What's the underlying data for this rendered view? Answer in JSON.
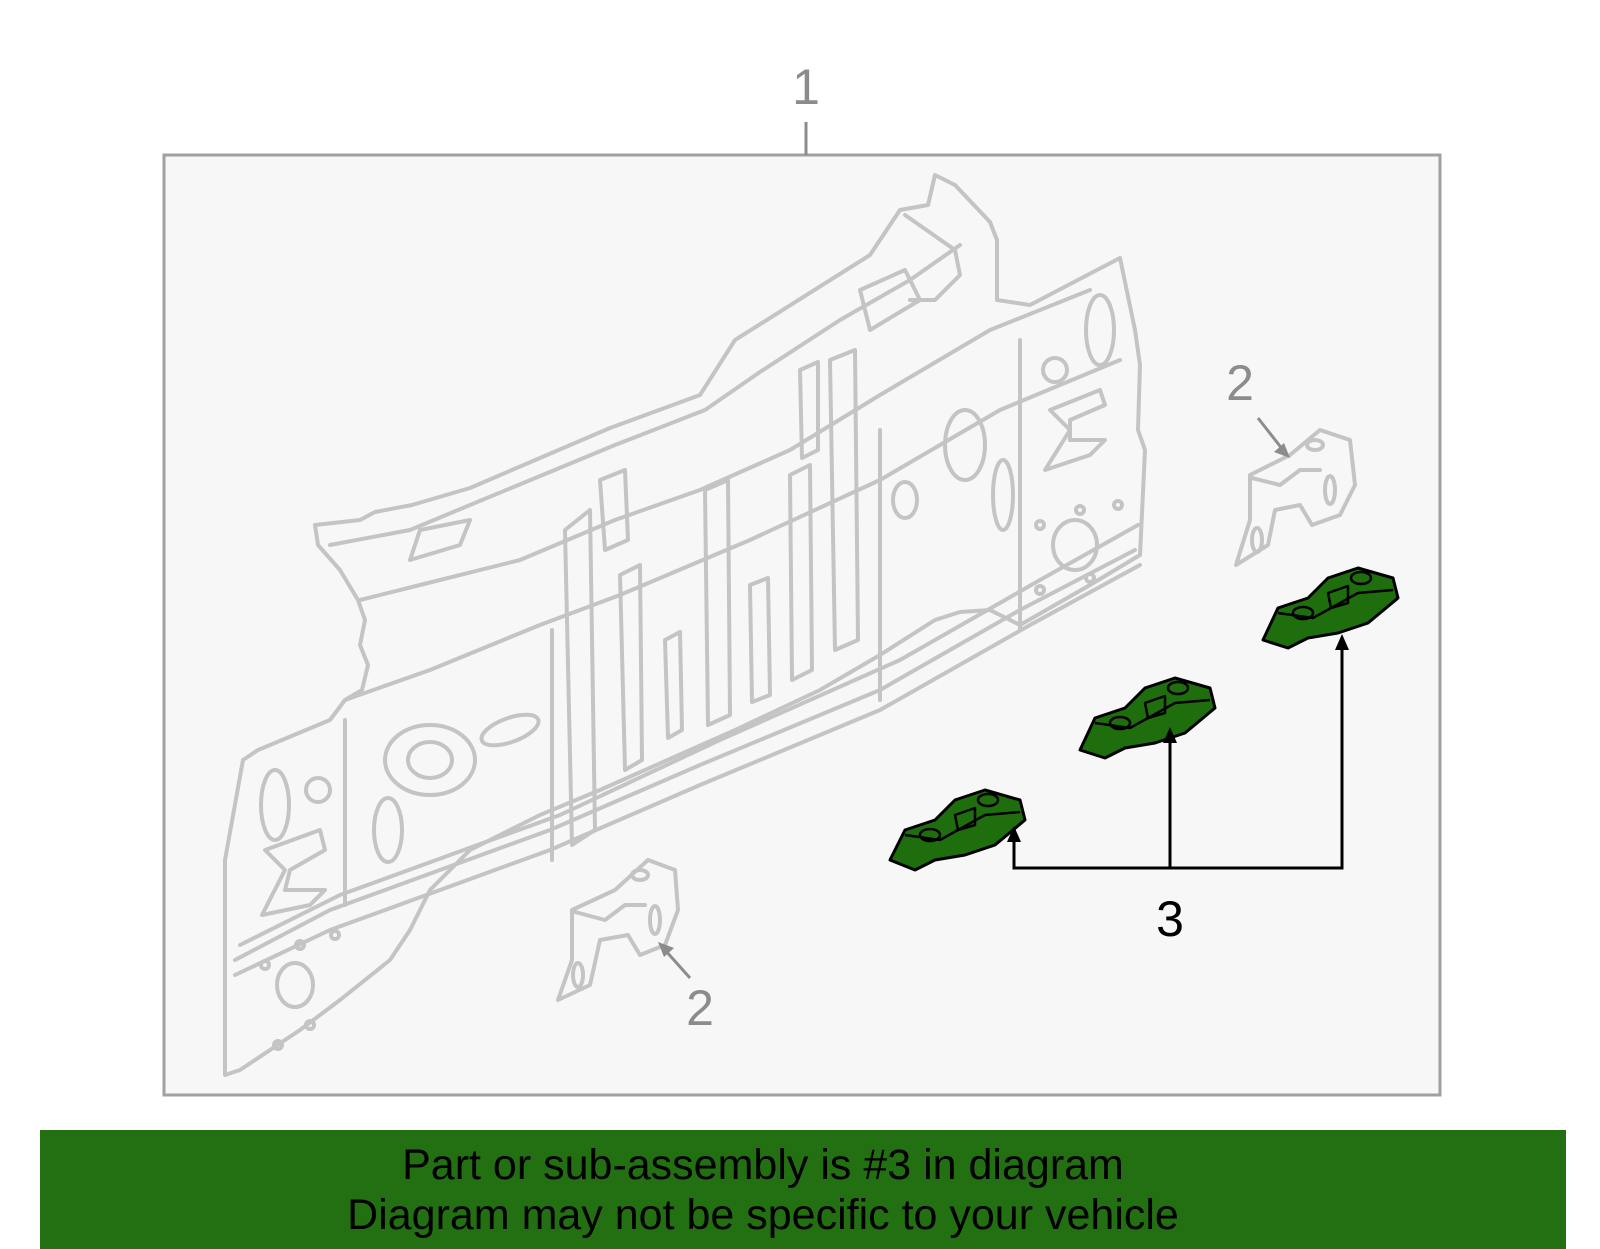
{
  "callouts": {
    "assembly": "1",
    "bracket_upper": "2",
    "bracket_lower": "2",
    "plates": "3"
  },
  "banner": {
    "line1": "Part or sub-assembly is #3 in diagram",
    "line2": "Diagram may not be specific to your vehicle"
  },
  "colors": {
    "highlight_part": "#1f6e0d",
    "banner_background": "#237012",
    "frame_background": "#f7f7f7",
    "outline": "#c4c4c4",
    "callout_grey": "#8c8c8c",
    "callout_black": "#000000"
  }
}
